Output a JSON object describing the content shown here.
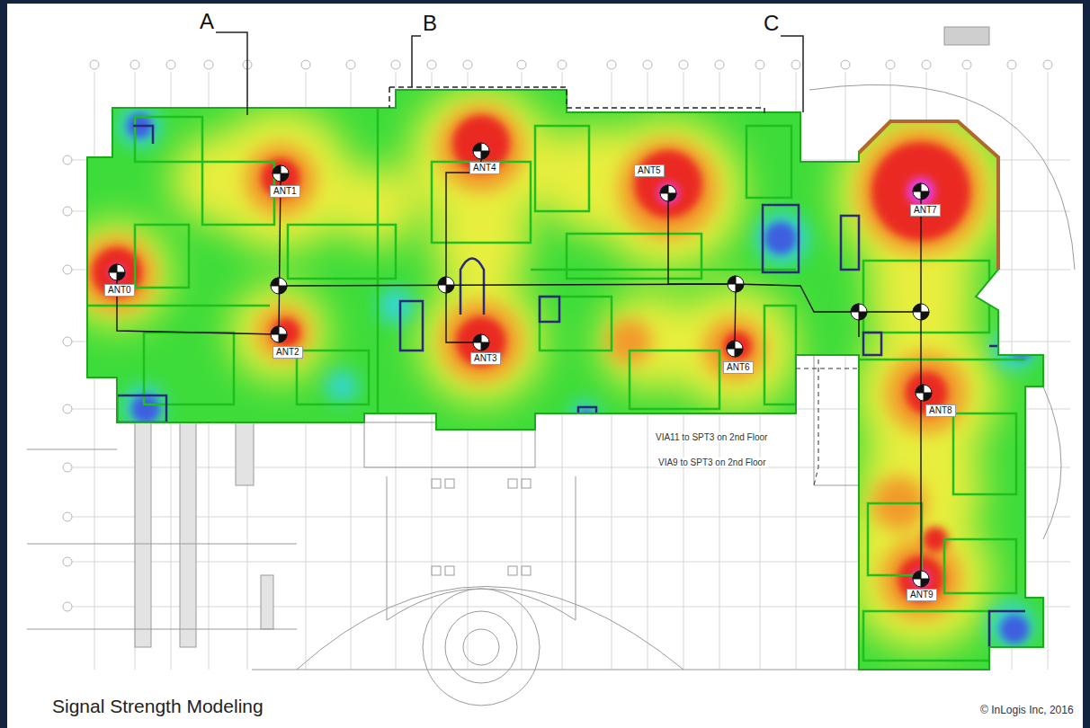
{
  "diagram": {
    "caption": "Signal Strength Modeling",
    "nodes": [
      {
        "text": [
          "ANT0"
        ]
      },
      {
        "text": [
          "ANT1"
        ]
      },
      {
        "text": [
          "ANT2"
        ]
      },
      {
        "text": [
          "ANT3"
        ]
      },
      {
        "text": [
          "ANT4"
        ]
      },
      {
        "text": [
          "ANT5"
        ]
      },
      {
        "text": [
          "ANT6"
        ]
      },
      {
        "text": [
          "ANT7"
        ]
      },
      {
        "text": [
          "ANT8"
        ]
      },
      {
        "text": [
          "ANT9"
        ]
      }
    ],
    "labels": [
      "A",
      "B",
      "C",
      "VIA11 to SPT3 on 2nd Floor",
      "VIA9 to SPT3 on 2nd Floor",
      "© InLogis Inc, 2016"
    ]
  }
}
